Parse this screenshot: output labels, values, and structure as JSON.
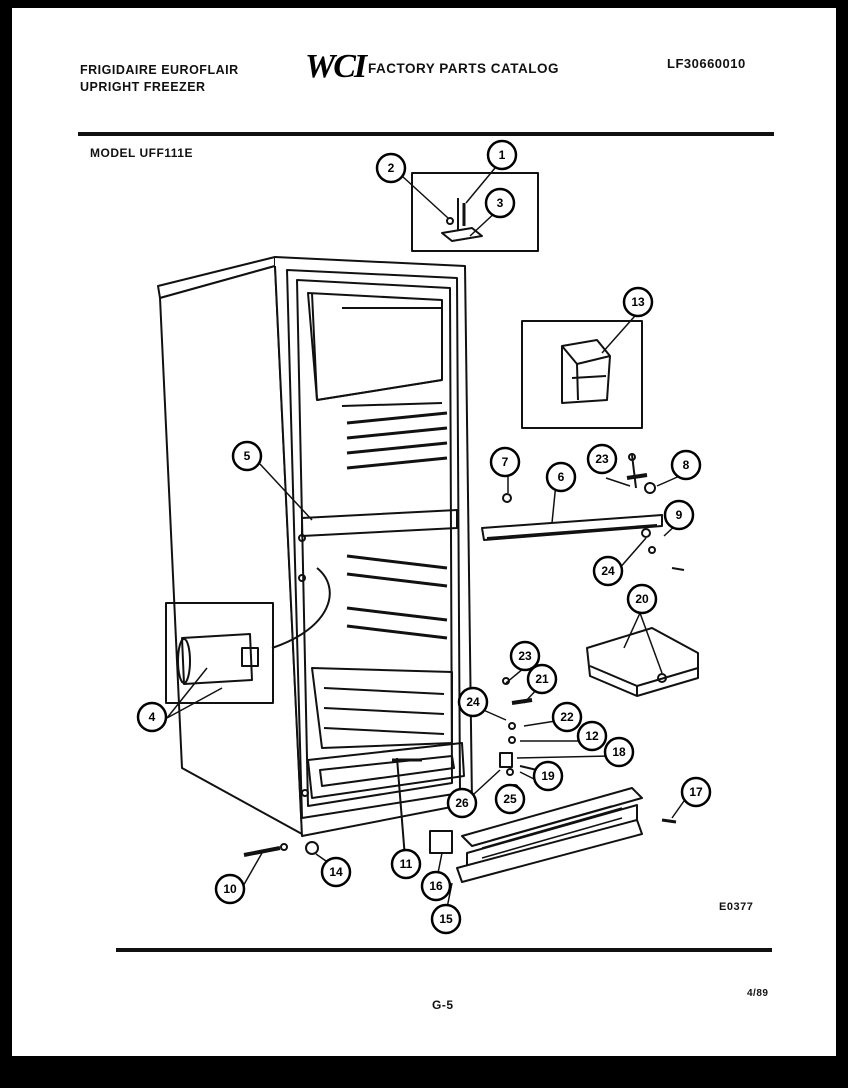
{
  "header": {
    "brand_line1": "FRIGIDAIRE EUROFLAIR",
    "brand_line2": "UPRIGHT FREEZER",
    "logo_text": "WCI",
    "catalog_title": "FACTORY PARTS CATALOG",
    "catalog_number": "LF30660010",
    "model_line": "MODEL UFF111E"
  },
  "diagram": {
    "callouts": [
      "1",
      "2",
      "3",
      "4",
      "5",
      "6",
      "7",
      "8",
      "9",
      "10",
      "11",
      "12",
      "13",
      "14",
      "15",
      "16",
      "17",
      "18",
      "19",
      "20",
      "21",
      "22",
      "23",
      "23",
      "24",
      "24",
      "25",
      "26"
    ]
  },
  "footer": {
    "drawing_code": "E0377",
    "page_number": "G-5",
    "page_date": "4/89"
  }
}
